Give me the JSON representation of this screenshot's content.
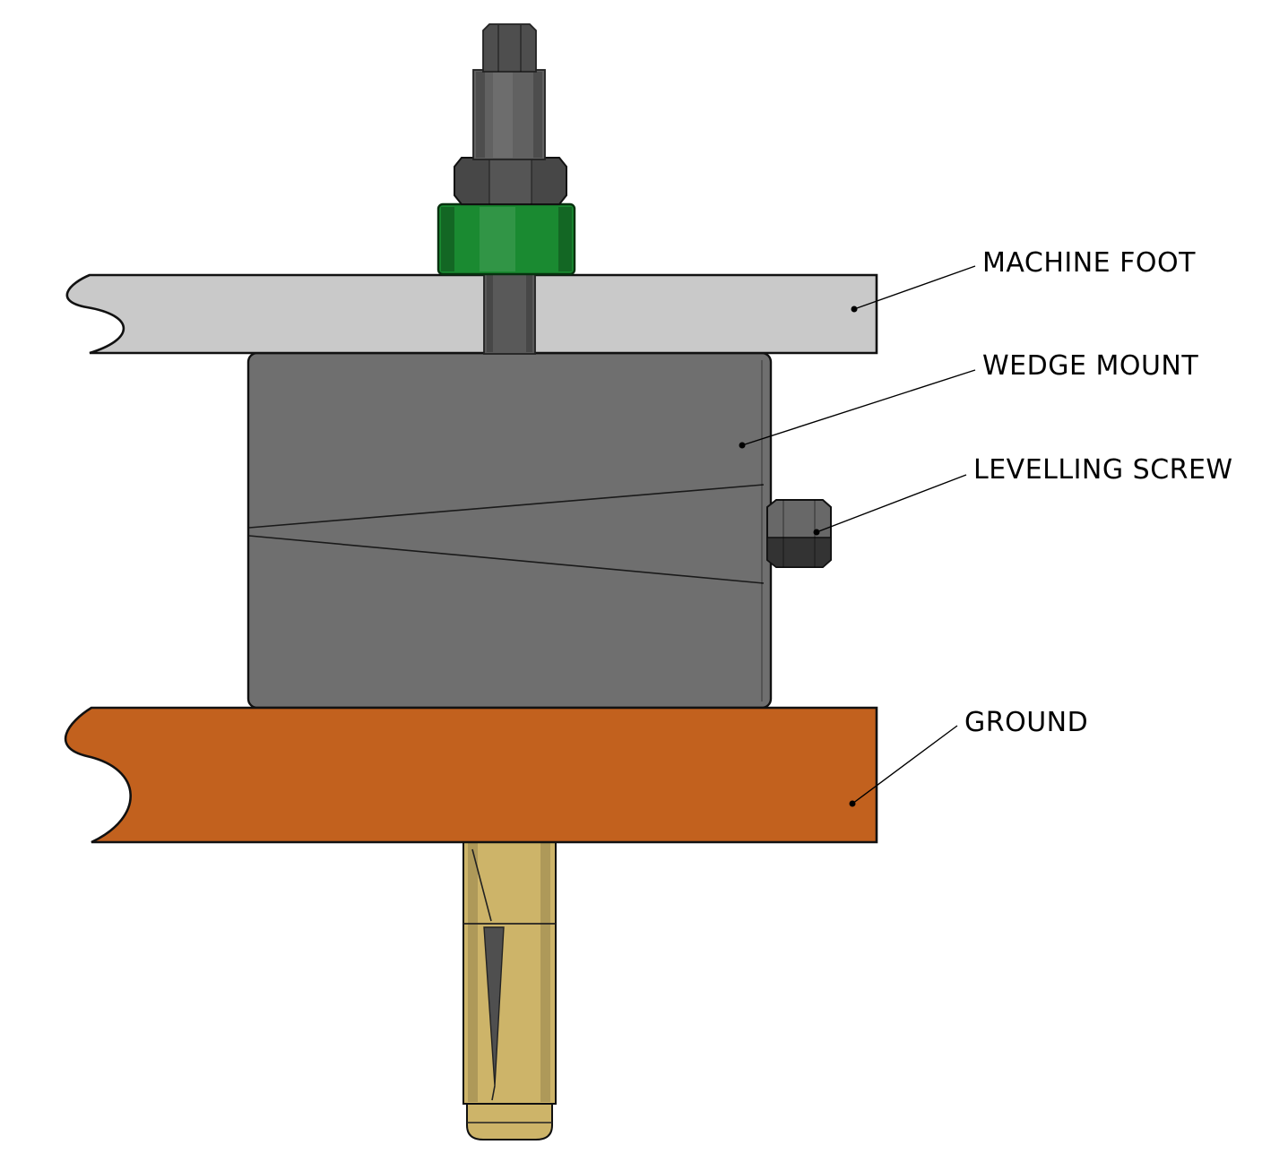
{
  "diagram": {
    "labels": {
      "machine_foot": "MACHINE FOOT",
      "wedge_mount": "WEDGE MOUNT",
      "levelling_screw": "LEVELLING SCREW",
      "ground": "GROUND"
    },
    "colors": {
      "machine_foot": "#c9c9c9",
      "wedge_mount": "#6f6f6f",
      "ground": "#c2611e",
      "anchor": "#cdb469",
      "washer": "#1a8a31",
      "bolt_shaft": "#595959",
      "bolt_nut": "#474747",
      "bolt_top": "#4e4e4e",
      "bolt_cylinder": "#616161",
      "levelling_screw_nut": "#686868",
      "levelling_screw_nut_dark": "#333333",
      "anchor_wedge": "#4f4f4f",
      "outline": "#111111"
    }
  }
}
